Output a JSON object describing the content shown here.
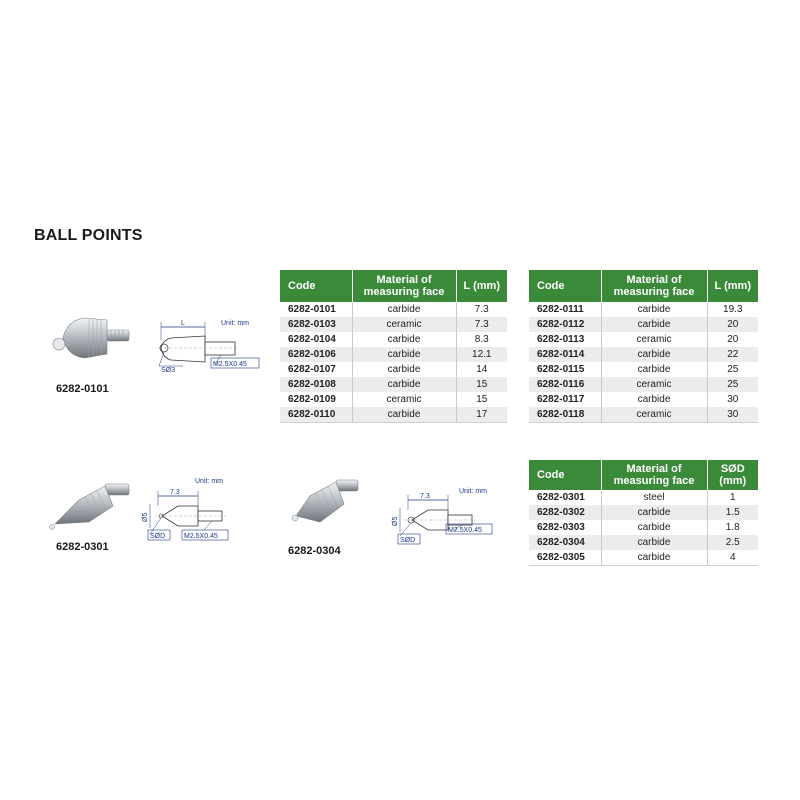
{
  "title": "BALL POINTS",
  "headers": {
    "standard": [
      "Code",
      "Material of measuring face",
      "L (mm)"
    ],
    "ball": [
      "Code",
      "Material of measuring face",
      "SØD (mm)"
    ]
  },
  "table_left": [
    [
      "6282-0101",
      "carbide",
      "7.3"
    ],
    [
      "6282-0103",
      "ceramic",
      "7.3"
    ],
    [
      "6282-0104",
      "carbide",
      "8.3"
    ],
    [
      "6282-0106",
      "carbide",
      "12.1"
    ],
    [
      "6282-0107",
      "carbide",
      "14"
    ],
    [
      "6282-0108",
      "carbide",
      "15"
    ],
    [
      "6282-0109",
      "ceramic",
      "15"
    ],
    [
      "6282-0110",
      "carbide",
      "17"
    ]
  ],
  "table_right": [
    [
      "6282-0111",
      "carbide",
      "19.3"
    ],
    [
      "6282-0112",
      "carbide",
      "20"
    ],
    [
      "6282-0113",
      "ceramic",
      "20"
    ],
    [
      "6282-0114",
      "carbide",
      "22"
    ],
    [
      "6282-0115",
      "carbide",
      "25"
    ],
    [
      "6282-0116",
      "ceramic",
      "25"
    ],
    [
      "6282-0117",
      "carbide",
      "30"
    ],
    [
      "6282-0118",
      "ceramic",
      "30"
    ]
  ],
  "table_ball": [
    [
      "6282-0301",
      "steel",
      "1"
    ],
    [
      "6282-0302",
      "carbide",
      "1.5"
    ],
    [
      "6282-0303",
      "carbide",
      "1.8"
    ],
    [
      "6282-0304",
      "carbide",
      "2.5"
    ],
    [
      "6282-0305",
      "carbide",
      "4"
    ]
  ],
  "figures": {
    "fig1": {
      "caption": "6282-0101",
      "unit": "Unit: mm",
      "length": "L",
      "ball": "SØ3",
      "thread": "M2.5X0.45"
    },
    "fig2": {
      "caption": "6282-0301",
      "unit": "Unit: mm",
      "length": "7.3",
      "diameter": "Ø5",
      "ball": "SØD",
      "thread": "M2.5X0.45"
    },
    "fig3": {
      "caption": "6282-0304",
      "unit": "Unit: mm",
      "length": "7.3",
      "diameter": "Ø5",
      "ball": "SØD",
      "thread": "M2.5X0.45"
    }
  },
  "colors": {
    "header_green": "#3a8a3a",
    "row_alt": "#ececec",
    "dimension_blue": "#1a3a8a"
  }
}
